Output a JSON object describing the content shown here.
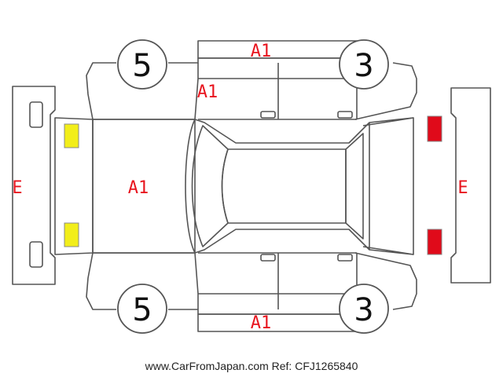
{
  "colors": {
    "damage_text": "#e8141e",
    "outline": "#555555",
    "lamp_front": "#f2ee1a",
    "lamp_rear": "#e00a1a"
  },
  "marks": {
    "roof_top": "A1",
    "door_left_top": "A1",
    "hood": "A1",
    "roof_bottom": "A1",
    "front_bumper": "E",
    "rear_bumper": "E"
  },
  "tires": {
    "front_left": "5",
    "front_right": "5",
    "rear_left": "3",
    "rear_right": "3"
  },
  "footer": "www.CarFromJapan.com Ref: CFJ1265840"
}
